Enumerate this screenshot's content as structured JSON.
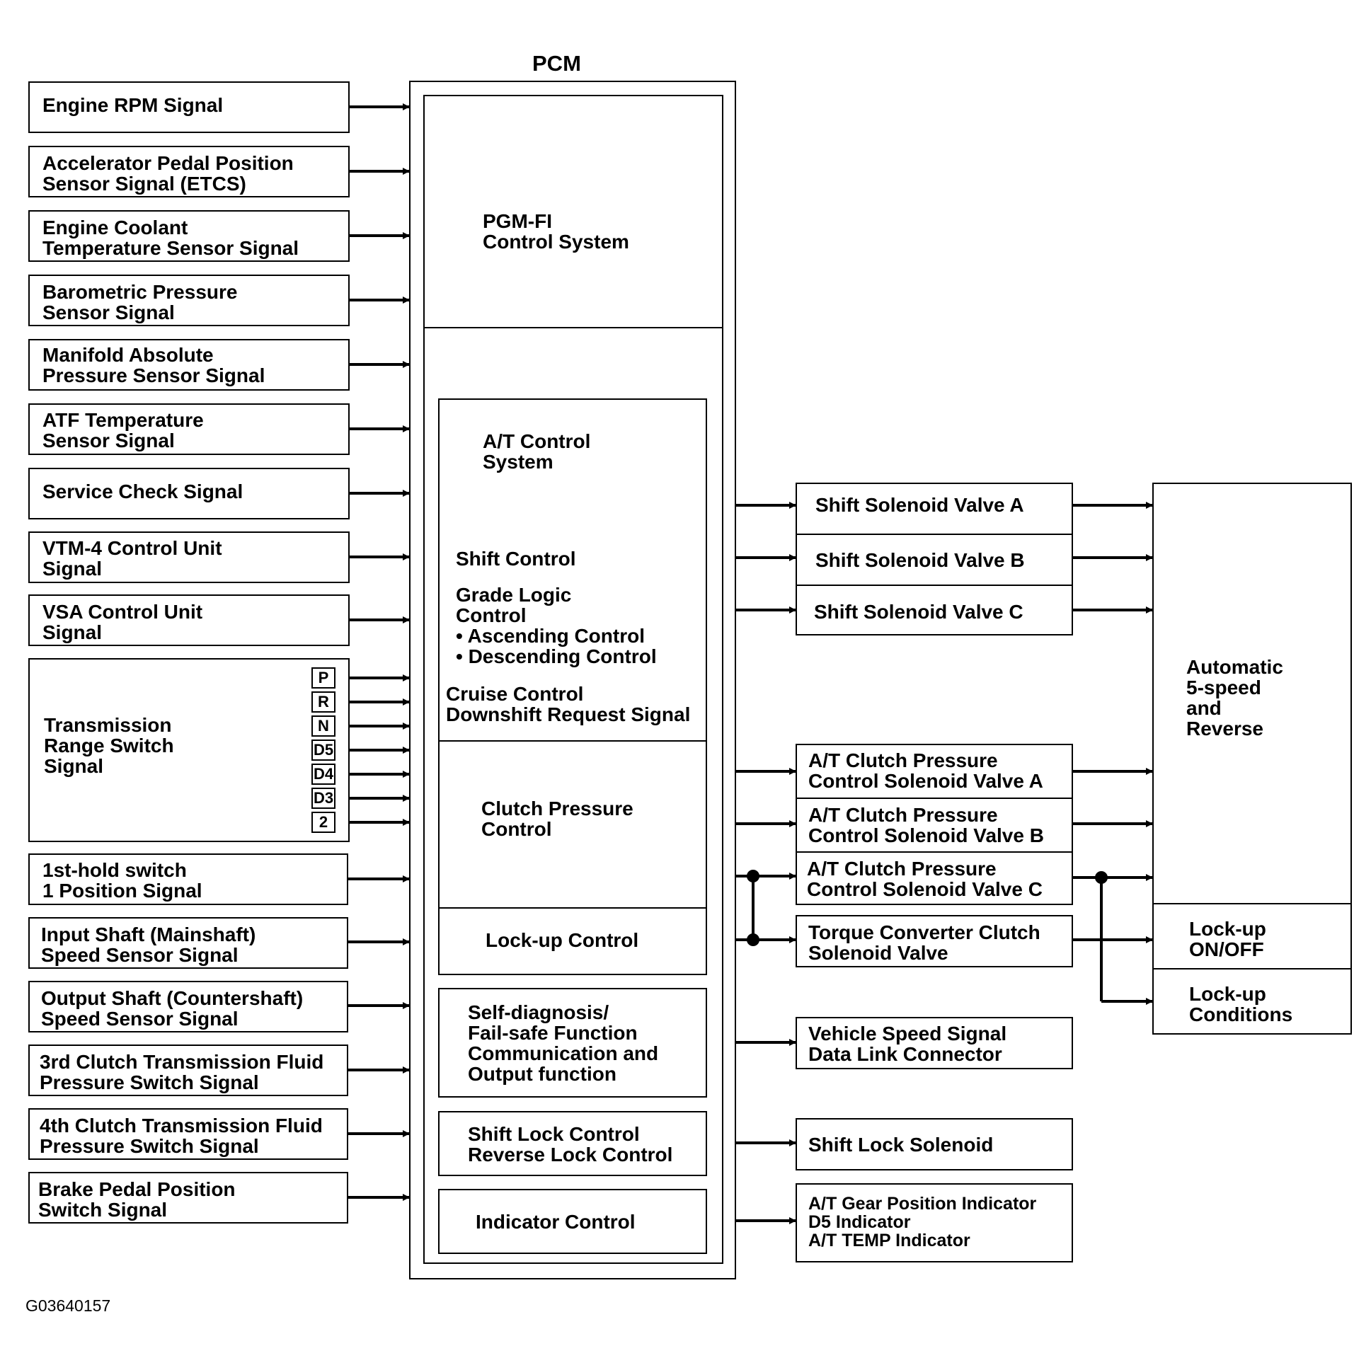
{
  "pcm": {
    "title": "PCM",
    "pgm_fi": "PGM-FI\nControl System",
    "at_control": "A/T Control\nSystem",
    "shift_control": "Shift Control",
    "grade_logic": "Grade Logic\nControl\n• Ascending Control\n• Descending Control",
    "cruise": "Cruise Control\nDownshift Request Signal",
    "clutch_pressure": "Clutch Pressure\nControl",
    "lockup": "Lock-up Control",
    "self_diag": "Self-diagnosis/\nFail-safe Function\nCommunication and\nOutput function",
    "shift_lock": "Shift Lock Control\nReverse Lock Control",
    "indicator": "Indicator Control"
  },
  "inputs": [
    "Engine RPM Signal",
    "Accelerator Pedal Position\nSensor Signal (ETCS)",
    "Engine Coolant\nTemperature Sensor Signal",
    "Barometric Pressure\nSensor Signal",
    "Manifold Absolute\nPressure Sensor Signal",
    "ATF Temperature\nSensor Signal",
    "Service Check Signal",
    "VTM-4 Control Unit\nSignal",
    "VSA Control Unit\nSignal",
    "Transmission\nRange Switch\nSignal",
    "1st-hold switch\n1 Position Signal",
    "Input Shaft (Mainshaft)\nSpeed Sensor Signal",
    "Output Shaft (Countershaft)\nSpeed Sensor Signal",
    "3rd Clutch Transmission Fluid\nPressure Switch Signal",
    "4th Clutch Transmission Fluid\nPressure Switch Signal",
    "Brake Pedal Position\nSwitch Signal"
  ],
  "gear_positions": [
    "P",
    "R",
    "N",
    "D5",
    "D4",
    "D3",
    "2"
  ],
  "outputs": [
    "Shift Solenoid Valve A",
    "Shift Solenoid Valve B",
    "Shift Solenoid Valve C",
    "A/T Clutch Pressure\nControl Solenoid Valve A",
    "A/T Clutch Pressure\nControl Solenoid Valve B",
    "A/T Clutch Pressure\nControl Solenoid Valve C",
    "Torque Converter Clutch\nSolenoid Valve",
    "Vehicle Speed Signal\nData Link Connector",
    "Shift Lock Solenoid",
    "A/T Gear Position Indicator\nD5 Indicator\nA/T TEMP Indicator"
  ],
  "transmission": {
    "main": "Automatic\n5-speed\nand\nReverse",
    "lockup_onoff": "Lock-up\nON/OFF",
    "lockup_conditions": "Lock-up\nConditions"
  },
  "figure_code": "G03640157"
}
